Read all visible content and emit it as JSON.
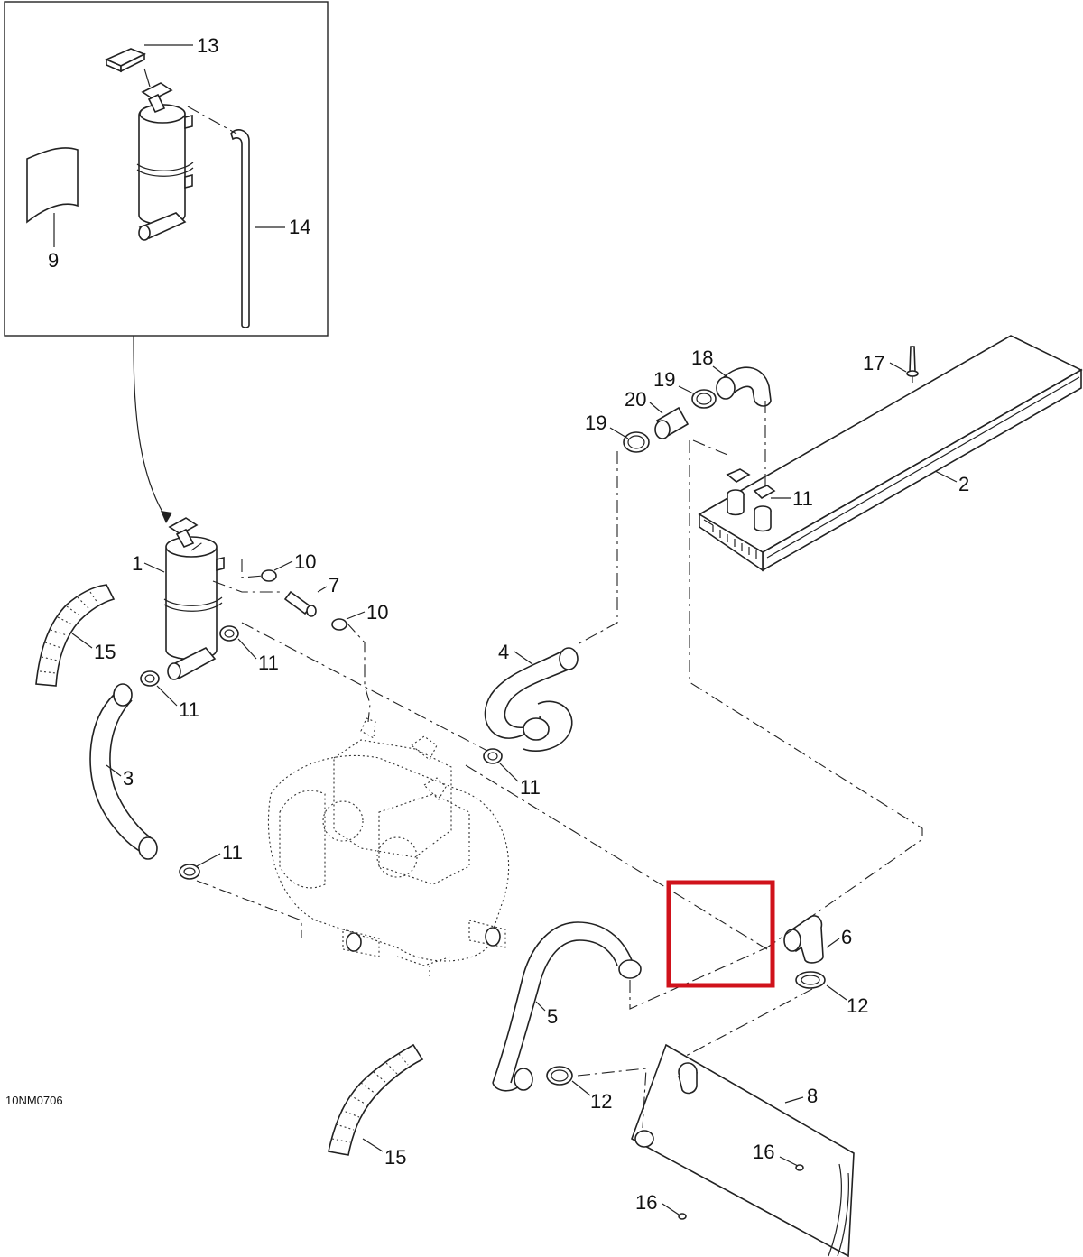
{
  "diagram": {
    "reference_code": "10NM0706",
    "highlight_color": "#d0121b",
    "callouts": {
      "c1": "1",
      "c2": "2",
      "c3": "3",
      "c4": "4",
      "c5": "5",
      "c6": "6",
      "c7": "7",
      "c8": "8",
      "c9": "9",
      "c10a": "10",
      "c10b": "10",
      "c11a": "11",
      "c11b": "11",
      "c11c": "11",
      "c11d": "11",
      "c11e": "11",
      "c12a": "12",
      "c12b": "12",
      "c13": "13",
      "c14": "14",
      "c15a": "15",
      "c15b": "15",
      "c16a": "16",
      "c16b": "16",
      "c17": "17",
      "c18": "18",
      "c19a": "19",
      "c19b": "19",
      "c20": "20"
    }
  }
}
